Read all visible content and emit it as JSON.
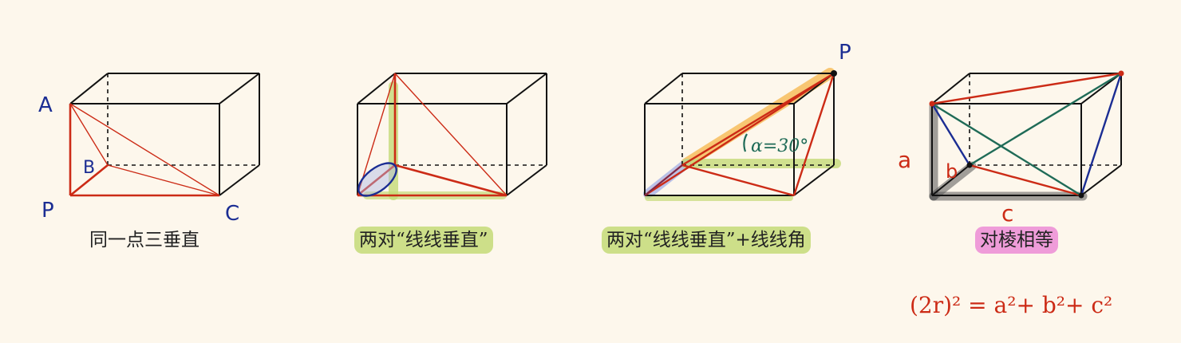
{
  "colors": {
    "background": "#fdf7ec",
    "edge": "#111111",
    "red": "#cc2b16",
    "blue": "#1b2d93",
    "teal": "#1f6b57",
    "green_highlight": "#c4da78",
    "pink_highlight": "#ec8cd6",
    "orange_highlight": "#f6b64a",
    "lavender_highlight": "#aeb7e6"
  },
  "panels": [
    {
      "caption": "同一点三垂直",
      "caption_highlight": "none",
      "labels": {
        "A": "A",
        "B": "B",
        "P": "P",
        "C": "C"
      }
    },
    {
      "caption": "两对“线线垂直”",
      "caption_highlight": "green"
    },
    {
      "caption": "两对“线线垂直”+线线角",
      "caption_highlight": "green",
      "labels": {
        "P": "P",
        "angle": "α=30°"
      }
    },
    {
      "caption": "对棱相等",
      "caption_highlight": "pink",
      "labels": {
        "a": "a",
        "b": "b",
        "c": "c"
      },
      "formula": "(2r)² = a²+ b²+ c²"
    }
  ]
}
